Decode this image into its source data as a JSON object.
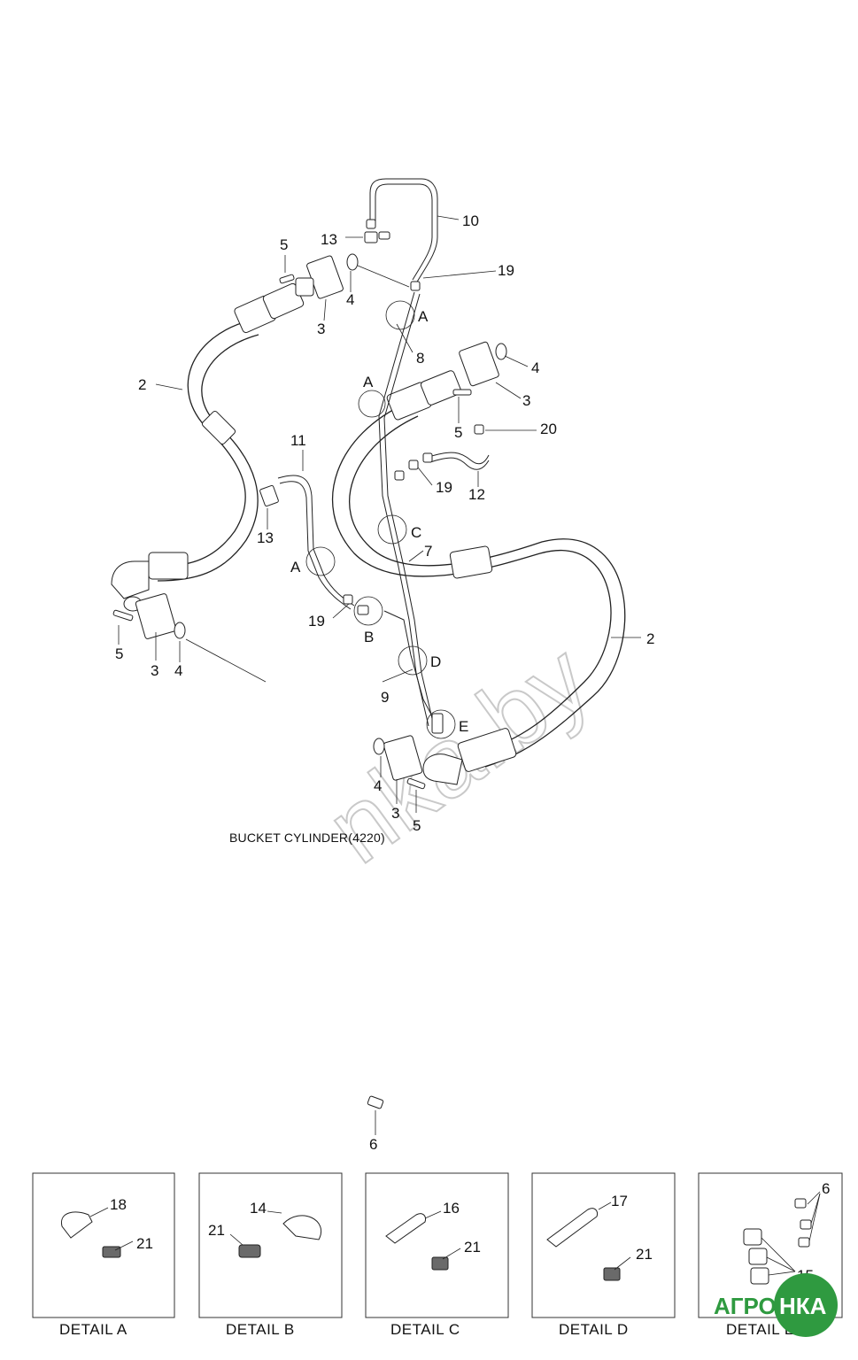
{
  "caption": "BUCKET CYLINDER(4220)",
  "watermark": "nka.by",
  "logo": {
    "left": "АГРО",
    "right": "НКА",
    "color": "#2f9a40"
  },
  "callouts": {
    "c2a": "2",
    "c2b": "2",
    "c3a": "3",
    "c3b": "3",
    "c3c": "3",
    "c3d": "3",
    "c4a": "4",
    "c4b": "4",
    "c4c": "4",
    "c4d": "4",
    "c5a": "5",
    "c5b": "5",
    "c5c": "5",
    "c5d": "5",
    "c6": "6",
    "c7": "7",
    "c8": "8",
    "c9": "9",
    "c10": "10",
    "c11": "11",
    "c12": "12",
    "c13a": "13",
    "c13b": "13",
    "c19a": "19",
    "c19b": "19",
    "c19c": "19",
    "c20": "20",
    "lA1": "A",
    "lA2": "A",
    "lA3": "A",
    "lB": "B",
    "lC": "C",
    "lD": "D",
    "lE": "E"
  },
  "details": [
    {
      "title": "DETAIL  A",
      "parts": [
        "18",
        "21"
      ]
    },
    {
      "title": "DETAIL  B",
      "parts": [
        "14",
        "21"
      ]
    },
    {
      "title": "DETAIL  C",
      "parts": [
        "16",
        "21"
      ]
    },
    {
      "title": "DETAIL  D",
      "parts": [
        "17",
        "21"
      ]
    },
    {
      "title": "DETAIL  E",
      "parts": [
        "6",
        "15"
      ]
    }
  ]
}
